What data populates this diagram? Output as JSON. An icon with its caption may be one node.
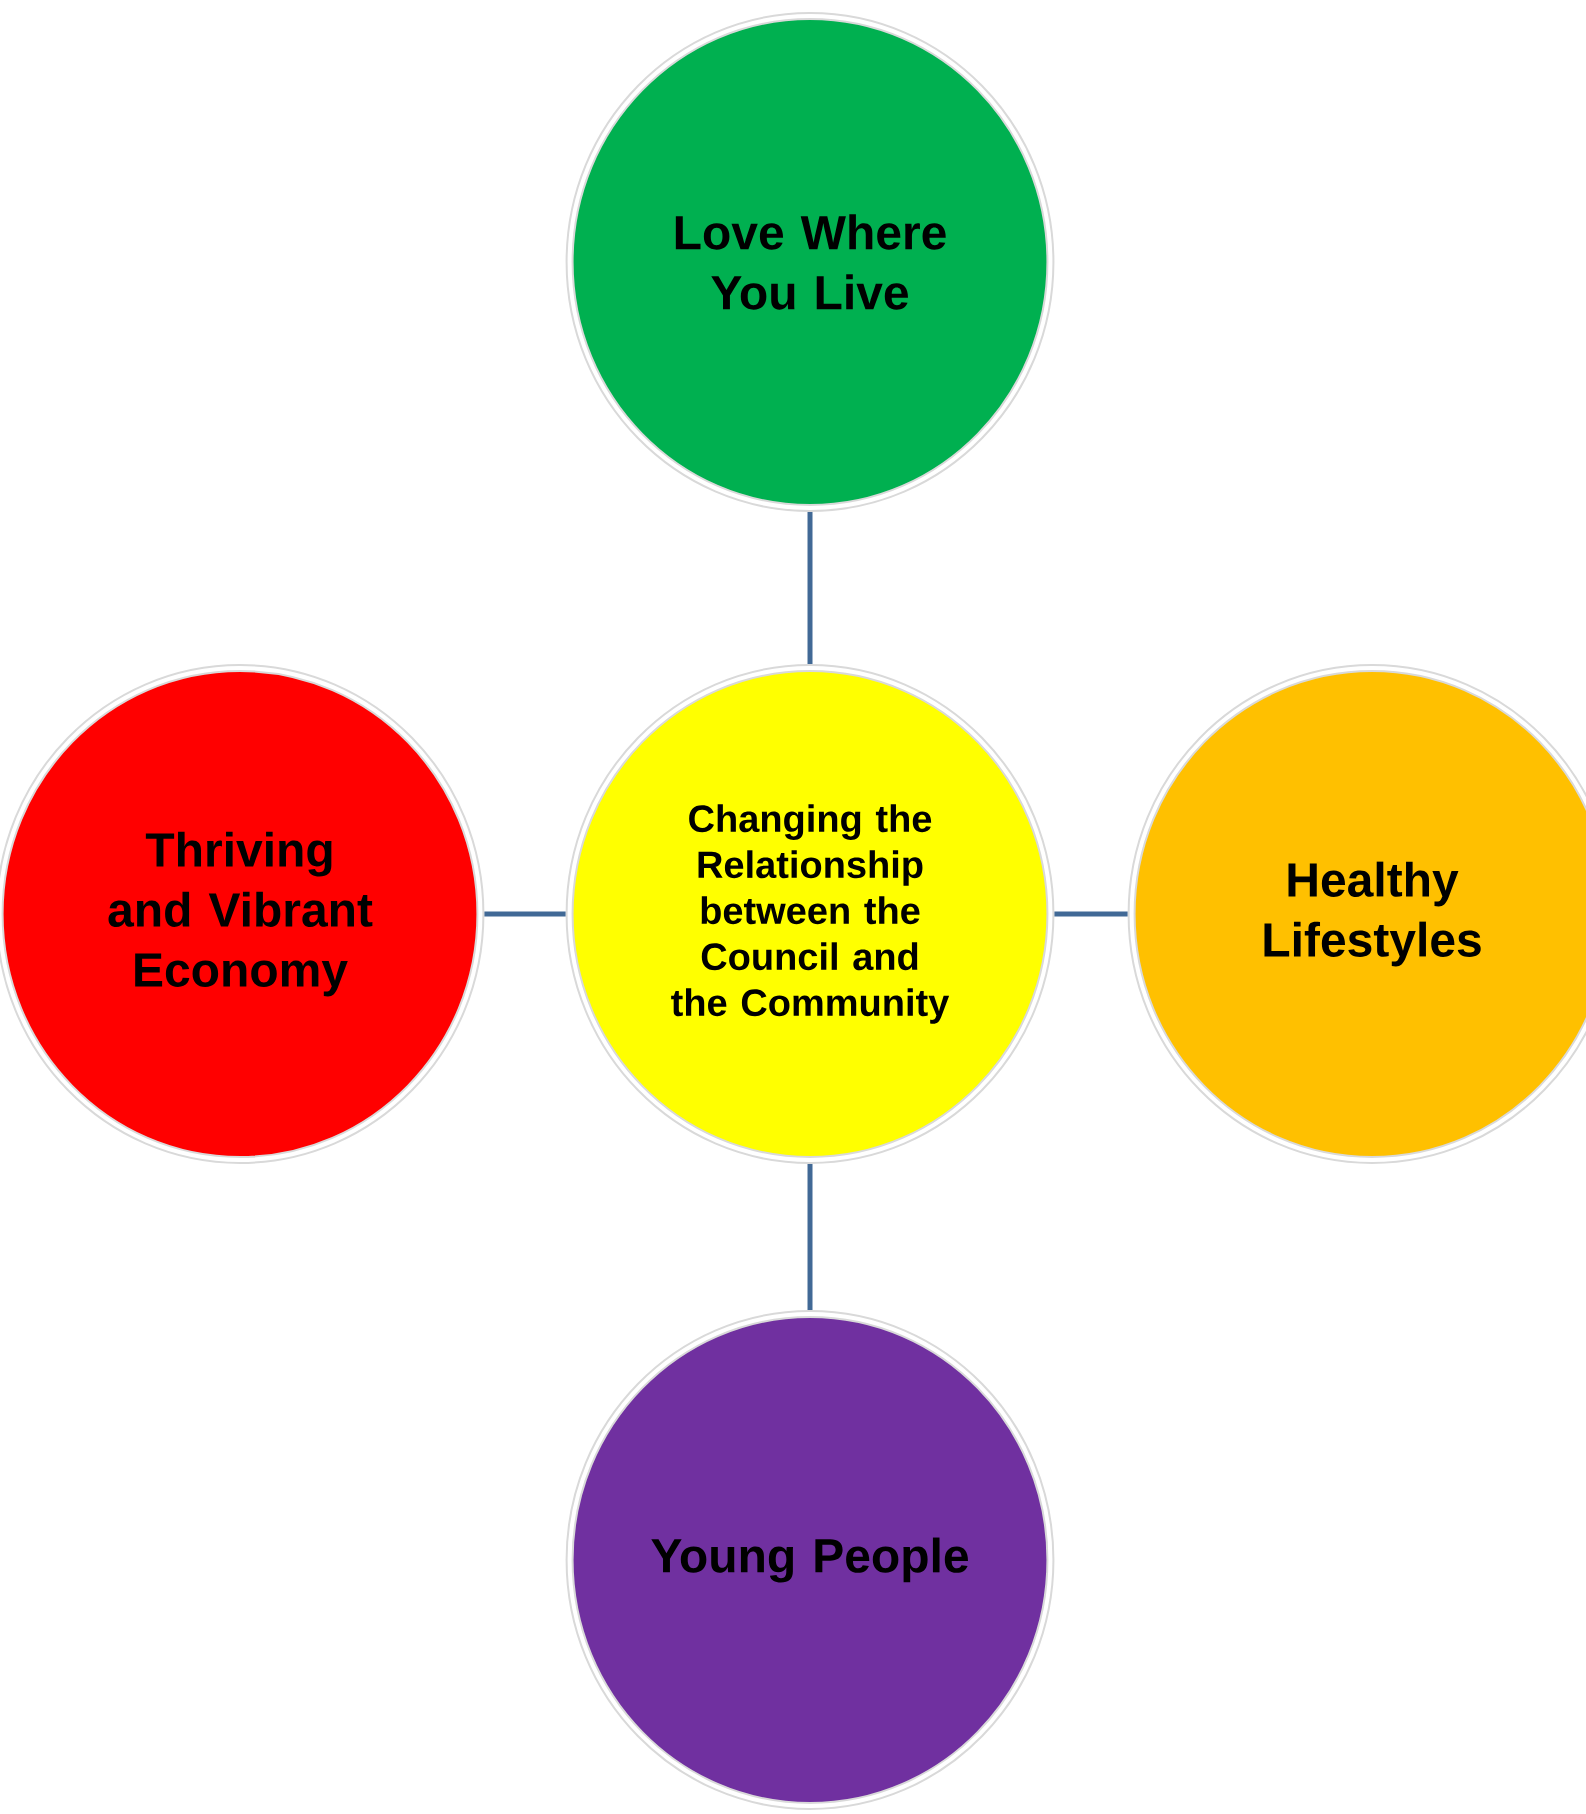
{
  "diagram": {
    "nodes": [
      {
        "text": [
          "Love Where You Live"
        ]
      },
      {
        "text": [
          "Thriving and Vibrant Economy"
        ]
      },
      {
        "text": [
          "Changing the Relationship between the Council and the Community"
        ]
      },
      {
        "text": [
          "Healthy Lifestyles"
        ]
      },
      {
        "text": [
          "Young People"
        ]
      }
    ],
    "edges": [
      {
        "from": 2,
        "to": 0,
        "arrow": "none"
      },
      {
        "from": 2,
        "to": 1,
        "arrow": "none"
      },
      {
        "from": 2,
        "to": 3,
        "arrow": "none"
      },
      {
        "from": 2,
        "to": 4,
        "arrow": "none"
      }
    ]
  }
}
